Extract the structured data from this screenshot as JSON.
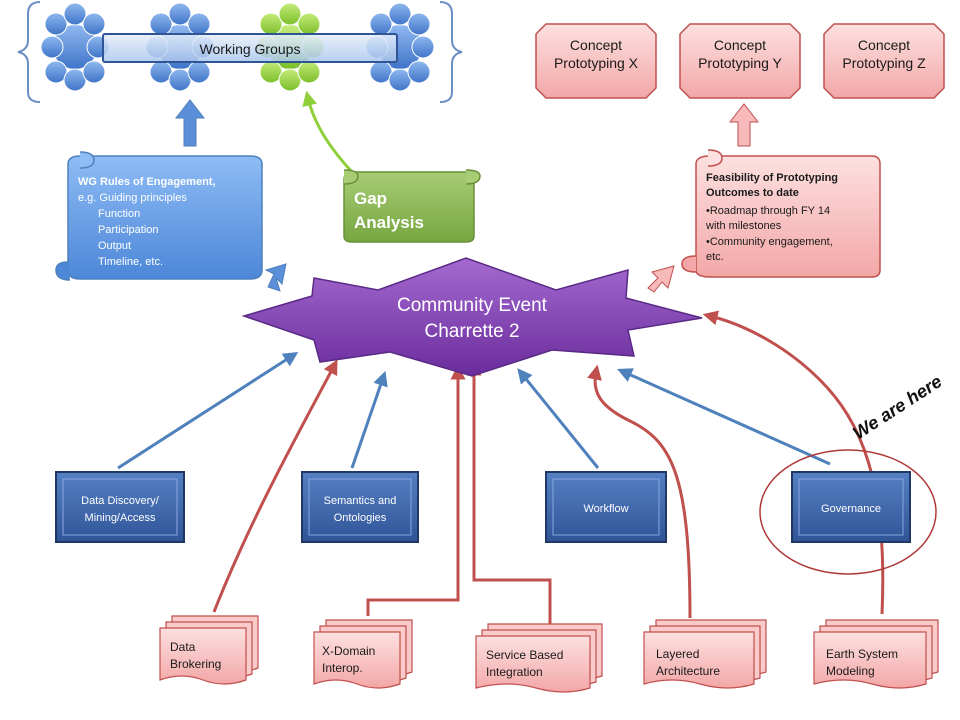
{
  "working_groups": {
    "label": "Working Groups"
  },
  "concepts": [
    {
      "line1": "Concept",
      "line2": "Prototyping X"
    },
    {
      "line1": "Concept",
      "line2": "Prototyping Y"
    },
    {
      "line1": "Concept",
      "line2": "Prototyping Z"
    }
  ],
  "wg_rules": {
    "title": "WG Rules of Engagement",
    "title_suffix": ",",
    "lines": [
      "e.g. Guiding principles",
      "Function",
      "Participation",
      "Output",
      "Timeline, etc."
    ]
  },
  "gap_analysis": {
    "line1": "Gap",
    "line2": "Analysis"
  },
  "feasibility": {
    "title1": "Feasibility of Prototyping",
    "title2": "Outcomes to date",
    "lines": [
      "•Roadmap  through FY 14",
      "with milestones",
      "•Community engagement,",
      "etc."
    ]
  },
  "event": {
    "line1": "Community Event",
    "line2": "Charrette 2"
  },
  "activities": [
    {
      "line1": "Data Discovery/",
      "line2": "Mining/Access"
    },
    {
      "line1": "Semantics and",
      "line2": "Ontologies"
    },
    {
      "line1": "Workflow",
      "line2": ""
    },
    {
      "line1": "Governance",
      "line2": ""
    }
  ],
  "documents": [
    {
      "line1": "Data",
      "line2": "Brokering"
    },
    {
      "line1": "X-Domain",
      "line2": "Interop."
    },
    {
      "line1": "Service Based",
      "line2": "Integration"
    },
    {
      "line1": "Layered",
      "line2": "Architecture"
    },
    {
      "line1": "Earth System",
      "line2": "Modeling"
    }
  ],
  "annotation": {
    "text": "We are here"
  },
  "colors": {
    "node_blue": "#5b8fd9",
    "node_green": "#8ecf3a",
    "concept_pink": "#f7b9b9",
    "concept_border": "#c0504d",
    "scroll_blue": "#6fa3ea",
    "scroll_green": "#8db85a",
    "event_purple": "#7f3fb0",
    "box_blue": "#3f66a8",
    "arrow_blue": "#4f81bd",
    "arrow_red": "#c0504d",
    "doc_pink": "#fbcaca"
  }
}
